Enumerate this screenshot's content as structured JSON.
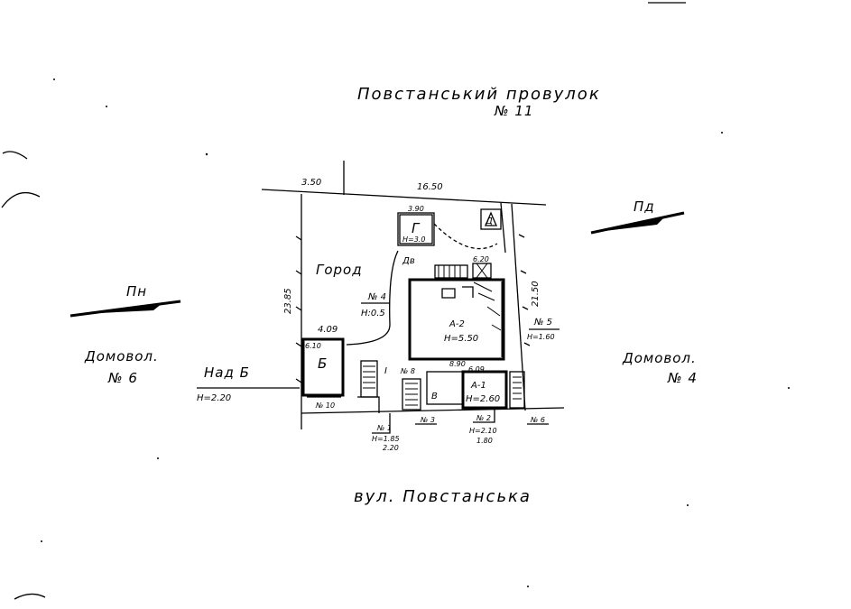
{
  "street_top": {
    "name": "Повстанський провулок",
    "number": "№ 11"
  },
  "street_bottom": {
    "name": "вул. Повстанська"
  },
  "neighbors": {
    "left": {
      "label": "Домовол.",
      "number": "№ 6"
    },
    "right": {
      "label": "Домовол.",
      "number": "№ 4"
    }
  },
  "north_left": "Пн",
  "north_right": "Пд",
  "dimensions": {
    "top_left": "3.50",
    "top_main": "16.50",
    "left_side": "23.85",
    "right_side": "21.50",
    "inner_width": "4.09",
    "house_top": "8.90",
    "shed_width": "3.90"
  },
  "labels": {
    "garden": "Город",
    "building_a": "А-2",
    "building_a_height": "Н=5.50",
    "building_a1": "А-1",
    "building_a1_height": "Н=2.60",
    "building_b": "Б",
    "building_v": "В",
    "shed": "Г",
    "shed_height": "Н=3.0",
    "toilet": "Д",
    "nadb": "Над Б",
    "nadb_height": "Н=2.20",
    "n4": "№ 4",
    "n4_h": "Н:0.5",
    "n5": "№ 5",
    "n5_h": "Н=1.60",
    "n1": "№ 1",
    "n1_h": "Н=1.85",
    "n1_w": "2.20",
    "n2": "№ 2",
    "n2_h": "Н=2.10",
    "n2_w": "1.80",
    "n3": "№ 3",
    "n6": "№ 6",
    "n8": "№ 8",
    "n10": "№ 10",
    "roman_one": "I",
    "dv": "Дв",
    "dim_609": "6.09",
    "dim_610": "6.10",
    "dim_620": "6.20"
  }
}
